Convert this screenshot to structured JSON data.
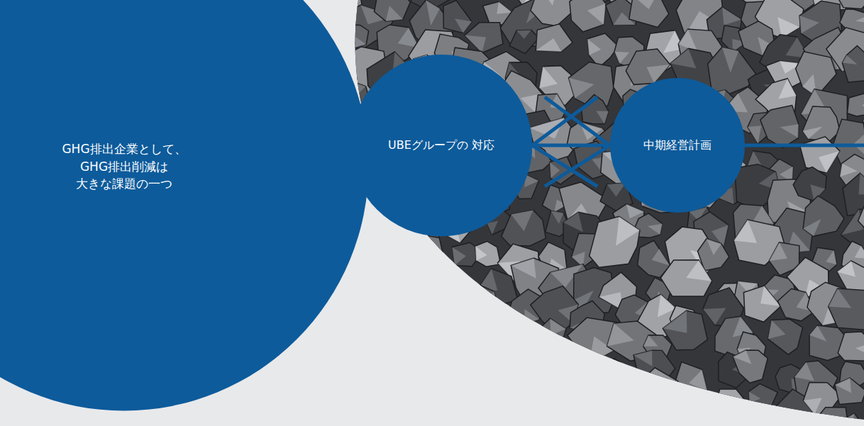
{
  "diagram": {
    "nodes": [
      {
        "text": [
          "GHG排出企業として、 GHG排出削減は 大きな課題の一つ"
        ]
      },
      {
        "text": [
          "UBEグループの 対応"
        ]
      },
      {
        "text": [
          "中期経営計画"
        ]
      }
    ],
    "edges": [
      {
        "from": 0,
        "to": 1,
        "arrow": "to"
      },
      {
        "from": 1,
        "to": 2,
        "arrow": "to"
      }
    ]
  }
}
